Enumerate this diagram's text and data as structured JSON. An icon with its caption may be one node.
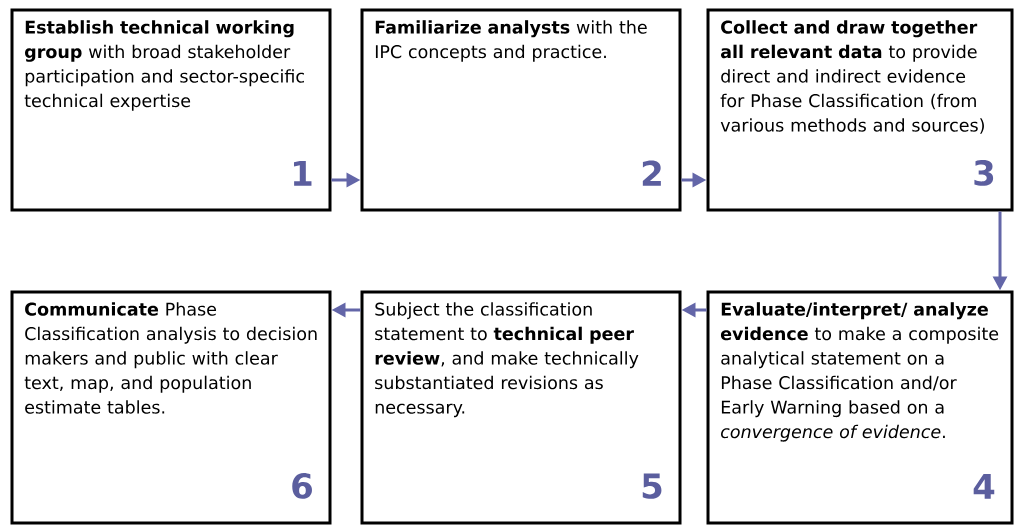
{
  "diagram": {
    "nodes": [
      {
        "text": [
          "**Establish technical working group** with broad stakeholder participation and sector-specific technical expertise",
          "1"
        ]
      },
      {
        "text": [
          "**Familiarize analysts** with the IPC concepts and practice.",
          "2"
        ]
      },
      {
        "text": [
          "**Collect and draw together all relevant data** to provide direct and indirect evidence for Phase Classification (from various methods and sources)",
          "3"
        ]
      },
      {
        "text": [
          "**Evaluate/interpret/ analyze evidence** to make a composite analytical statement on a Phase Classification and/or Early Warning based on a *convergence of evidence*.",
          "4"
        ]
      },
      {
        "text": [
          "Subject the classification statement to **technical peer review**, and make technically substantiated revisions as necessary.",
          "5"
        ]
      },
      {
        "text": [
          "**Communicate** Phase Classification analysis to decision makers and public with clear text, map, and population estimate tables.",
          "6"
        ]
      }
    ],
    "edges": [
      {
        "from": 0,
        "to": 1,
        "arrow": "to"
      },
      {
        "from": 1,
        "to": 2,
        "arrow": "to"
      },
      {
        "from": 2,
        "to": 3,
        "arrow": "to"
      },
      {
        "from": 3,
        "to": 4,
        "arrow": "to"
      },
      {
        "from": 4,
        "to": 5,
        "arrow": "to"
      }
    ]
  }
}
